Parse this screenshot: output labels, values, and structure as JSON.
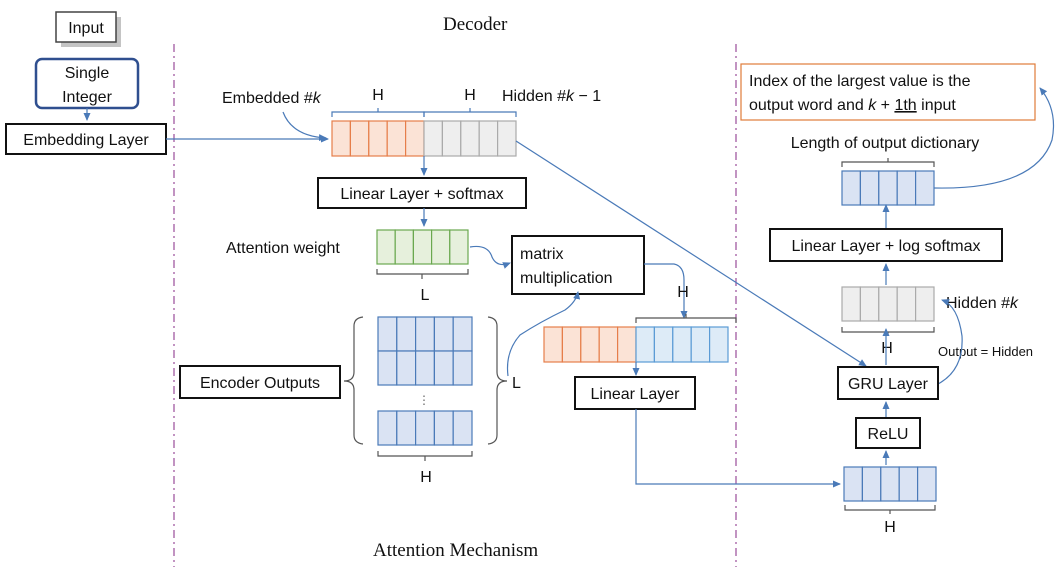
{
  "titles": {
    "decoder": "Decoder",
    "attention_mechanism": "Attention Mechanism"
  },
  "input": {
    "label": "Input",
    "single_integer": [
      "Single",
      "Integer"
    ],
    "embedding_layer": "Embedding Layer"
  },
  "attention": {
    "embedded": "Embedded #",
    "embedded_var": "k",
    "hidden_prev": "Hidden #",
    "hidden_prev_var": "k",
    "hidden_prev_suffix": " − 1",
    "h_label": "H",
    "l_label": "L",
    "linear_softmax": "Linear Layer + softmax",
    "attention_weight": "Attention weight",
    "matrix_mult": [
      "matrix",
      "multiplication"
    ],
    "encoder_outputs": "Encoder Outputs",
    "linear_layer": "Linear Layer"
  },
  "output": {
    "index_text_line1": "Index of the largest value is the",
    "index_text_line2_a": "output word and ",
    "index_text_line2_var": "k",
    "index_text_line2_plus": " + ",
    "index_text_line2_1th": "1th",
    "index_text_line2_b": " input",
    "length_dict": "Length of output dictionary",
    "linear_log_softmax": "Linear Layer + log softmax",
    "hidden_k": "Hidden #",
    "hidden_k_var": "k",
    "output_eq_hidden": "Output = Hidden",
    "gru_layer": "GRU Layer",
    "relu": "ReLU",
    "h_label": "H"
  },
  "colors": {
    "orange_fill": "#fbe3d6",
    "orange_stroke": "#e67e4a",
    "gray_fill": "#eeeeee",
    "gray_stroke": "#aaaaaa",
    "green_fill": "#e6f0dc",
    "green_stroke": "#6aa84f",
    "blue_fill": "#dae3f3",
    "blue_stroke": "#4a7ab8",
    "light_blue_fill": "#ddebf7",
    "light_blue_stroke": "#5b9bd5",
    "divider": "#9a4c9a",
    "arrow": "#4a7ab8"
  }
}
